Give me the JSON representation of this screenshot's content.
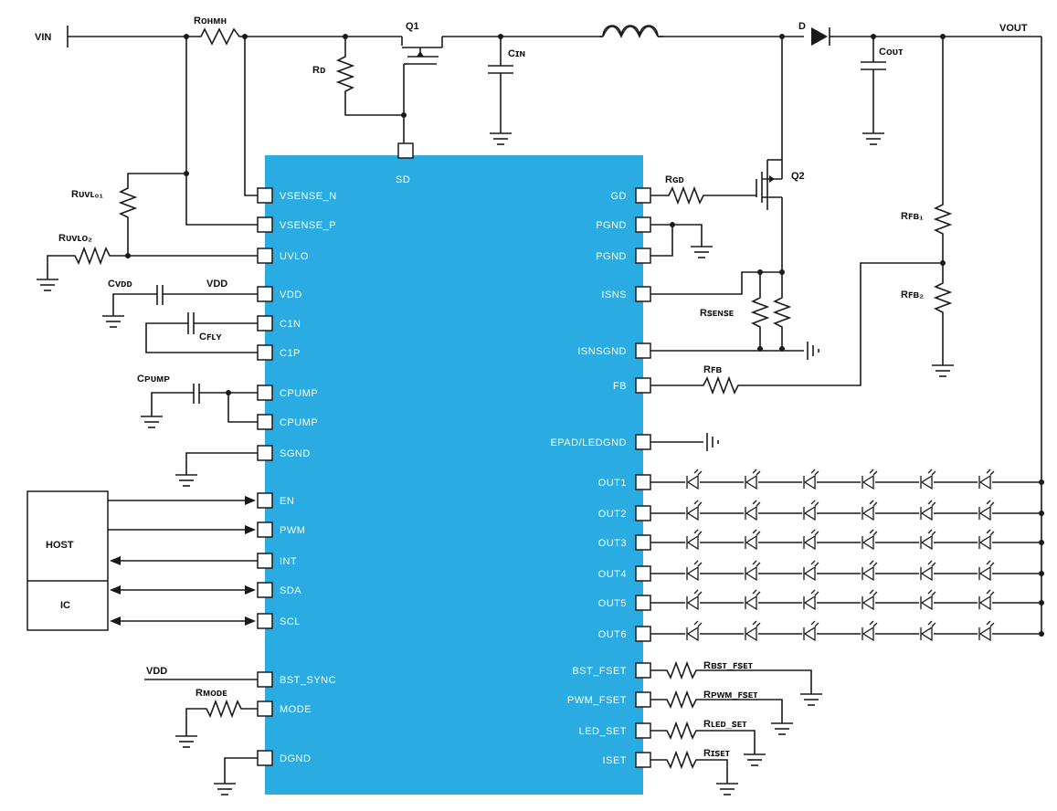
{
  "chip": {
    "color": "#2aace2",
    "left_pins": [
      "VSENSE_N",
      "VSENSE_P",
      "UVLO",
      "VDD",
      "C1N",
      "C1P",
      "CPUMP",
      "CPUMP",
      "SGND",
      "EN",
      "PWM",
      "INT",
      "SDA",
      "SCL",
      "BST_SYNC",
      "MODE",
      "DGND"
    ],
    "right_pins": [
      "GD",
      "PGND",
      "PGND",
      "ISNS",
      "ISNSGND",
      "FB",
      "EPAD/LEDGND",
      "OUT1",
      "OUT2",
      "OUT3",
      "OUT4",
      "OUT5",
      "OUT6",
      "BST_FSET",
      "PWM_FSET",
      "LED_SET",
      "ISET"
    ],
    "top_pin": "SD"
  },
  "nets": {
    "vin": "VIN",
    "vout": "VOUT",
    "vdd_left": "VDD",
    "vdd_bottom": "VDD"
  },
  "components": {
    "q1": "Q1",
    "q2": "Q2",
    "d": "D",
    "r_ohmsh": "Rᴏʜᴍʜ",
    "rb": "Rᴅ",
    "c_in": "Cɪɴ",
    "c_out": "Cᴏᴜᴛ",
    "r_uvlo1": "Rᴜᴠʟ₀₁",
    "r_uvlo2": "Rᴜᴠʟᴏ₂",
    "c_vdd": "Cᴠᴅᴅ",
    "c_fly": "Cꜰʟʏ",
    "c_pump": "Cᴘᴜᴍᴘ",
    "r_gd": "Rɢᴅ",
    "r_fb1": "Rꜰʙ₁",
    "r_fb2": "Rꜰʙ₂",
    "r_sense": "Rꜱᴇɴꜱᴇ",
    "r_fb": "Rꜰʙ",
    "r_mode": "Rᴍᴏᴅᴇ",
    "r_bst_fset": "Rʙꜱᴛ_ꜰꜱᴇᴛ",
    "r_pwm_fset": "Rᴘᴡᴍ_ꜰꜱᴇᴛ",
    "r_led_set": "Rʟᴇᴅ_ꜱᴇᴛ",
    "r_iset": "Rɪꜱᴇᴛ"
  },
  "host": {
    "top_label": "HOST",
    "bottom_label": "IC"
  }
}
